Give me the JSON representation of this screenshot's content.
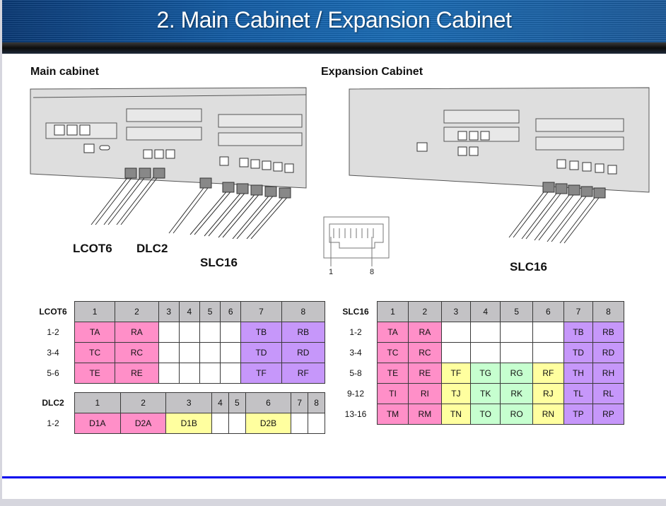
{
  "slide": {
    "title": "2. Main Cabinet / Expansion Cabinet",
    "accent_color": "#0000ee"
  },
  "main_cabinet": {
    "label": "Main cabinet",
    "cable_labels": [
      "LCOT6",
      "DLC2",
      "SLC16"
    ]
  },
  "expansion_cabinet": {
    "label": "Expansion Cabinet",
    "cable_labels": [
      "SLC16"
    ]
  },
  "connector": {
    "pin_first": "1",
    "pin_last": "8"
  },
  "colors": {
    "header": "#c3c2c5",
    "pink": "#ff8fc8",
    "violet": "#c697fa",
    "yellow": "#ffff9f",
    "green": "#c6ffcf"
  },
  "tables": {
    "lcot6": {
      "name": "LCOT6",
      "columns": [
        "1",
        "2",
        "3",
        "4",
        "5",
        "6",
        "7",
        "8"
      ],
      "rows": [
        {
          "label": "1-2",
          "cells": [
            [
              "TA",
              "pink"
            ],
            [
              "RA",
              "pink"
            ],
            [
              "",
              "blank"
            ],
            [
              "",
              "blank"
            ],
            [
              "",
              "blank"
            ],
            [
              "",
              "blank"
            ],
            [
              "TB",
              "violet"
            ],
            [
              "RB",
              "violet"
            ]
          ]
        },
        {
          "label": "3-4",
          "cells": [
            [
              "TC",
              "pink"
            ],
            [
              "RC",
              "pink"
            ],
            [
              "",
              "blank"
            ],
            [
              "",
              "blank"
            ],
            [
              "",
              "blank"
            ],
            [
              "",
              "blank"
            ],
            [
              "TD",
              "violet"
            ],
            [
              "RD",
              "violet"
            ]
          ]
        },
        {
          "label": "5-6",
          "cells": [
            [
              "TE",
              "pink"
            ],
            [
              "RE",
              "pink"
            ],
            [
              "",
              "blank"
            ],
            [
              "",
              "blank"
            ],
            [
              "",
              "blank"
            ],
            [
              "",
              "blank"
            ],
            [
              "TF",
              "violet"
            ],
            [
              "RF",
              "violet"
            ]
          ]
        }
      ]
    },
    "dlc2": {
      "name": "DLC2",
      "columns": [
        "1",
        "2",
        "3",
        "4",
        "5",
        "6",
        "7",
        "8"
      ],
      "rows": [
        {
          "label": "1-2",
          "cells": [
            [
              "D1A",
              "pink"
            ],
            [
              "D2A",
              "pink"
            ],
            [
              "D1B",
              "yellow"
            ],
            [
              "",
              "blank"
            ],
            [
              "",
              "blank"
            ],
            [
              "D2B",
              "yellow"
            ],
            [
              "",
              "blank"
            ],
            [
              "",
              "blank"
            ]
          ]
        }
      ]
    },
    "slc16": {
      "name": "SLC16",
      "columns": [
        "1",
        "2",
        "3",
        "4",
        "5",
        "6",
        "7",
        "8"
      ],
      "rows": [
        {
          "label": "1-2",
          "cells": [
            [
              "TA",
              "pink"
            ],
            [
              "RA",
              "pink"
            ],
            [
              "",
              "blank"
            ],
            [
              "",
              "blank"
            ],
            [
              "",
              "blank"
            ],
            [
              "",
              "blank"
            ],
            [
              "TB",
              "violet"
            ],
            [
              "RB",
              "violet"
            ]
          ]
        },
        {
          "label": "3-4",
          "cells": [
            [
              "TC",
              "pink"
            ],
            [
              "RC",
              "pink"
            ],
            [
              "",
              "blank"
            ],
            [
              "",
              "blank"
            ],
            [
              "",
              "blank"
            ],
            [
              "",
              "blank"
            ],
            [
              "TD",
              "violet"
            ],
            [
              "RD",
              "violet"
            ]
          ]
        },
        {
          "label": "5-8",
          "cells": [
            [
              "TE",
              "pink"
            ],
            [
              "RE",
              "pink"
            ],
            [
              "TF",
              "yellow"
            ],
            [
              "TG",
              "green"
            ],
            [
              "RG",
              "green"
            ],
            [
              "RF",
              "yellow"
            ],
            [
              "TH",
              "violet"
            ],
            [
              "RH",
              "violet"
            ]
          ]
        },
        {
          "label": "9-12",
          "cells": [
            [
              "TI",
              "pink"
            ],
            [
              "RI",
              "pink"
            ],
            [
              "TJ",
              "yellow"
            ],
            [
              "TK",
              "green"
            ],
            [
              "RK",
              "green"
            ],
            [
              "RJ",
              "yellow"
            ],
            [
              "TL",
              "violet"
            ],
            [
              "RL",
              "violet"
            ]
          ]
        },
        {
          "label": "13-16",
          "cells": [
            [
              "TM",
              "pink"
            ],
            [
              "RM",
              "pink"
            ],
            [
              "TN",
              "yellow"
            ],
            [
              "TO",
              "green"
            ],
            [
              "RO",
              "green"
            ],
            [
              "RN",
              "yellow"
            ],
            [
              "TP",
              "violet"
            ],
            [
              "RP",
              "violet"
            ]
          ]
        }
      ]
    }
  }
}
